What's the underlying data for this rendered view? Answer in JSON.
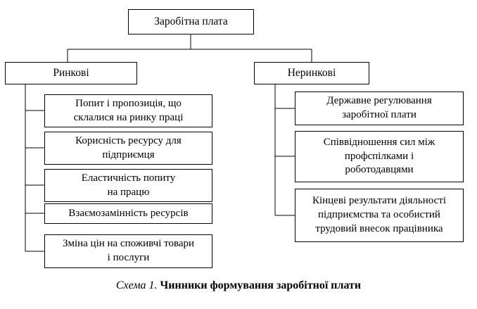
{
  "diagram": {
    "root": "Заробітна плата",
    "branches": {
      "left": {
        "label": "Ринкові",
        "items": [
          "Попит і пропозиція, що\nсклалися на ринку праці",
          "Корисність ресурсу для\nпідприємця",
          "Еластичність попиту\nна працю",
          "Взаємозамінність ресурсів",
          "Зміна цін на споживчі товари\nі послуги"
        ]
      },
      "right": {
        "label": "Неринкові",
        "items": [
          "Державне регулювання\nзаробітної плати",
          "Співвідношення сил між\nпрофспілками і\nроботодавцями",
          "Кінцеві результати діяльності\nпідприємства та особистий\nтрудовий внесок працівника"
        ]
      }
    }
  },
  "caption": {
    "label": "Схема 1.",
    "title": "Чинники формування заробітної плати"
  },
  "colors": {
    "line": "#000000",
    "background": "#ffffff",
    "text": "#000000"
  }
}
